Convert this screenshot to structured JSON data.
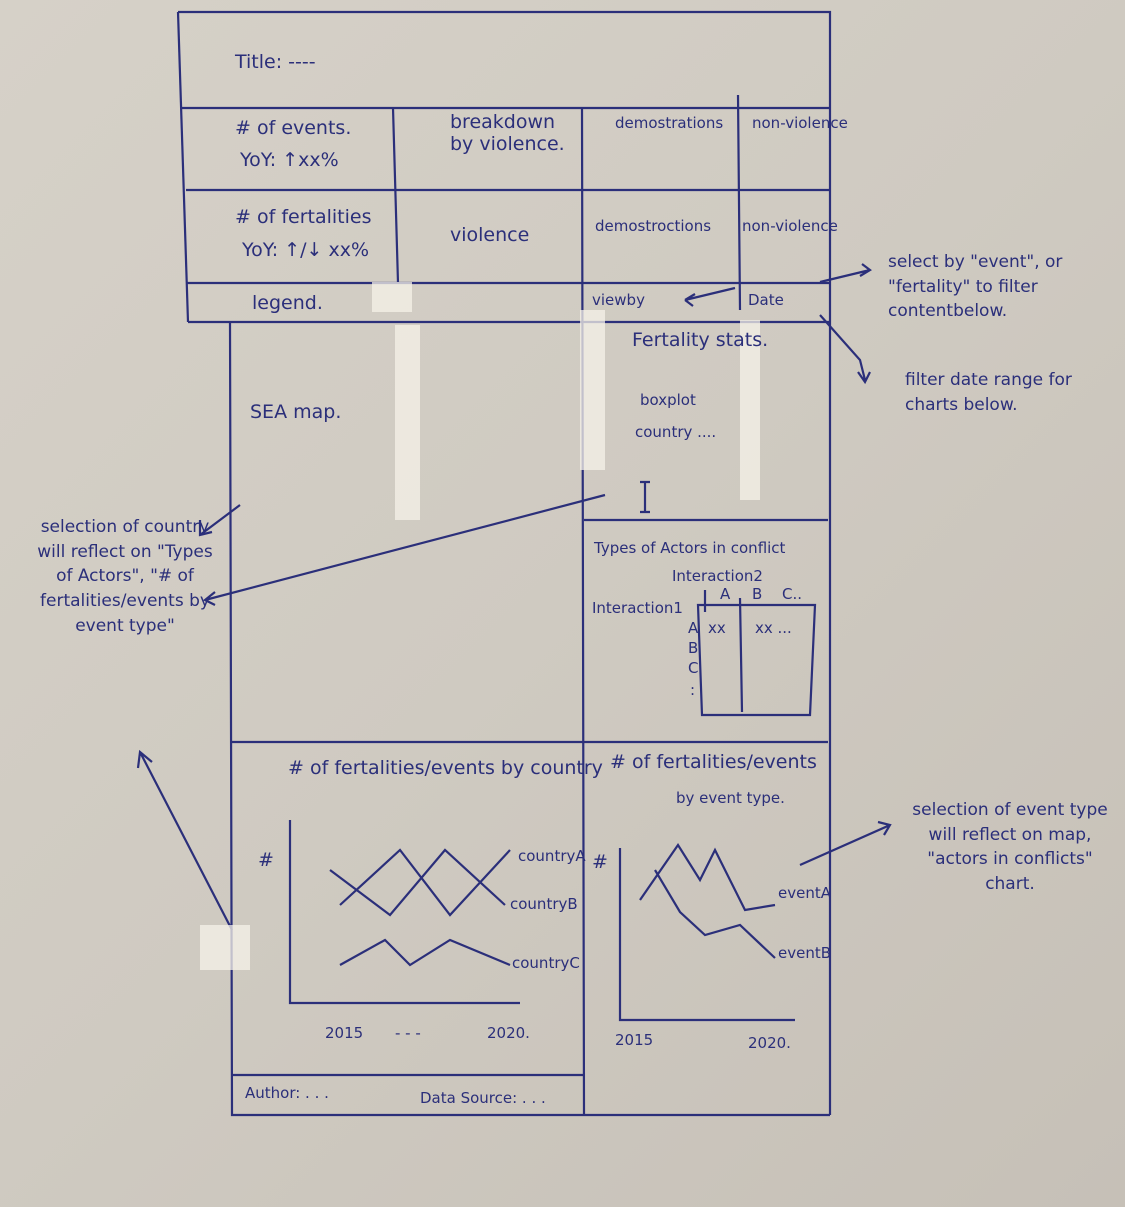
{
  "header": {
    "title": "Title: ----"
  },
  "kpi_row1": {
    "metric": "# of events.",
    "yoy": "YoY: ↑xx%",
    "breakdown": "breakdown by violence.",
    "col_a": "demostrations",
    "col_b": "non-violence"
  },
  "kpi_row2": {
    "metric": "# of fertalities",
    "yoy": "YoY: ↑/↓ xx%",
    "breakdown": "violence",
    "col_a": "demostroctions",
    "col_b": "non-violence"
  },
  "controls": {
    "legend": "legend.",
    "viewby": "viewby",
    "date": "Date"
  },
  "map": {
    "label": "SEA map."
  },
  "stats": {
    "title": "Fertality stats.",
    "line1": "boxplot",
    "line2": "country ...."
  },
  "actors": {
    "title": "Types of Actors in conflict",
    "col_header": "Interaction2",
    "row_header": "Interaction1",
    "cols": [
      "A",
      "B",
      "C.."
    ],
    "rows": [
      "A",
      "B",
      "C",
      ":"
    ],
    "cells": [
      "xx",
      "xx ..."
    ]
  },
  "chart_country": {
    "title": "# of fertalities/events by country",
    "ylabel": "#",
    "series": [
      "countryA",
      "countryB",
      "countryC"
    ],
    "x_start": "2015",
    "x_mid": "- - -",
    "x_end": "2020."
  },
  "chart_type": {
    "title": "# of fertalities/events",
    "title2": "by event type.",
    "ylabel": "#",
    "series": [
      "eventA",
      "eventB"
    ],
    "x_start": "2015",
    "x_end": "2020."
  },
  "footer": {
    "author": "Author: . . .",
    "source": "Data Source: . . ."
  },
  "annotations": {
    "viewby_note": "select by \"event\", or \"fertality\" to filter contentbelow.",
    "date_note": "filter date range for charts below.",
    "country_note": "selection of country will reflect on \"Types of Actors\", \"# of fertalities/events by event type\"",
    "eventtype_note": "selection of event type will reflect on map, \"actors in conflicts\" chart."
  }
}
